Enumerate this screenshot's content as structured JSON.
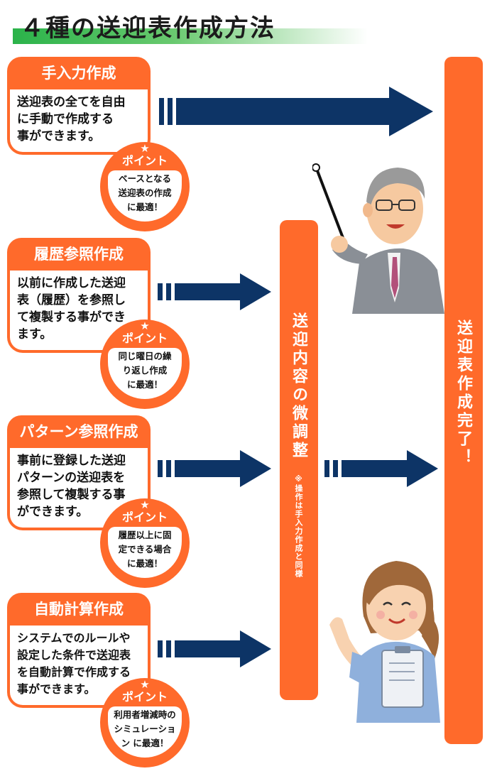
{
  "title": "４種の送迎表作成方法",
  "methods": [
    {
      "heading": "手入力作成",
      "body": [
        "送迎表の全てを自由",
        "に手動で作成する",
        "事ができます。"
      ],
      "point_label": "ポイント",
      "point_lines": [
        "ベースとなる",
        "送迎表の作成",
        "に最適！"
      ]
    },
    {
      "heading": "履歴参照作成",
      "body": [
        "以前に作成した送迎",
        "表（履歴）を参照し",
        "て複製する事ができ",
        "ます。"
      ],
      "point_label": "ポイント",
      "point_lines": [
        "同じ曜日の繰",
        "り返し作成",
        "に最適！"
      ]
    },
    {
      "heading": "パターン参照作成",
      "body": [
        "事前に登録した送迎",
        "パターンの送迎表を",
        "参照して複製する事",
        "ができます。"
      ],
      "point_label": "ポイント",
      "point_lines": [
        "履歴以上に固",
        "定できる場合",
        "に最適！"
      ]
    },
    {
      "heading": "自動計算作成",
      "body": [
        "システムでのルールや",
        "設定した条件で送迎表",
        "を自動計算で作成する",
        "事ができます。"
      ],
      "point_label": "ポイント",
      "point_lines": [
        "利用者増減時の",
        "シミュレーショ",
        "ン に最適！"
      ]
    }
  ],
  "middle_bar": {
    "main": "送迎内容の微調整",
    "note": "※操作は手入力作成と同様"
  },
  "right_bar": {
    "main": "送迎表作成完了！"
  },
  "colors": {
    "accent": "#ff6a2b",
    "arrow": "#0d3466",
    "title_bar": "#2bb34a"
  }
}
